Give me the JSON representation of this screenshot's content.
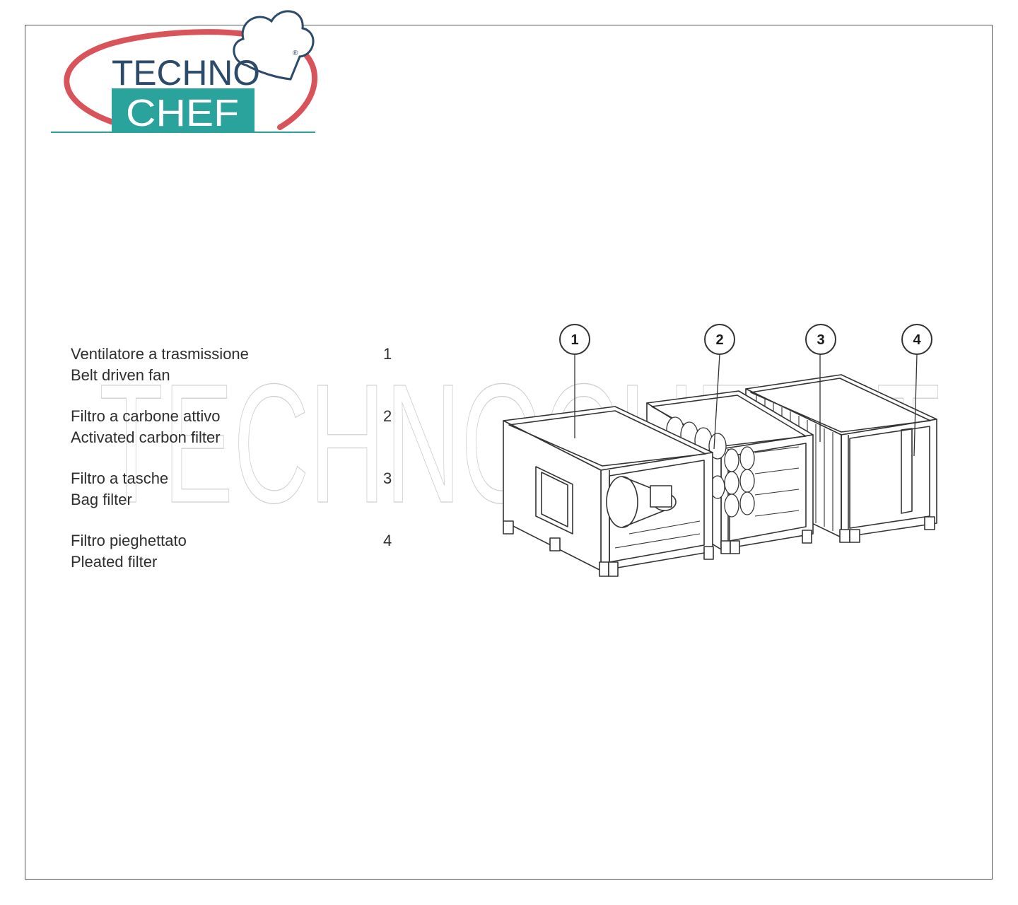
{
  "logo": {
    "line1": "TECHNO",
    "line2": "CHEF",
    "mark": "®",
    "colors": {
      "arc": "#d9535a",
      "teal": "#2aa39d",
      "text_dark": "#2c4a6a"
    }
  },
  "watermark": {
    "text": "TECHNOCHEF.IT"
  },
  "legend": [
    {
      "it": "Ventilatore a trasmissione",
      "en": "Belt driven fan",
      "num": "1"
    },
    {
      "it": "Filtro a carbone attivo",
      "en": "Activated carbon filter",
      "num": "2"
    },
    {
      "it": "Filtro a tasche",
      "en": "Bag filter",
      "num": "3"
    },
    {
      "it": "Filtro pieghettato",
      "en": "Pleated filter",
      "num": "4"
    }
  ],
  "callouts": [
    "1",
    "2",
    "3",
    "4"
  ]
}
